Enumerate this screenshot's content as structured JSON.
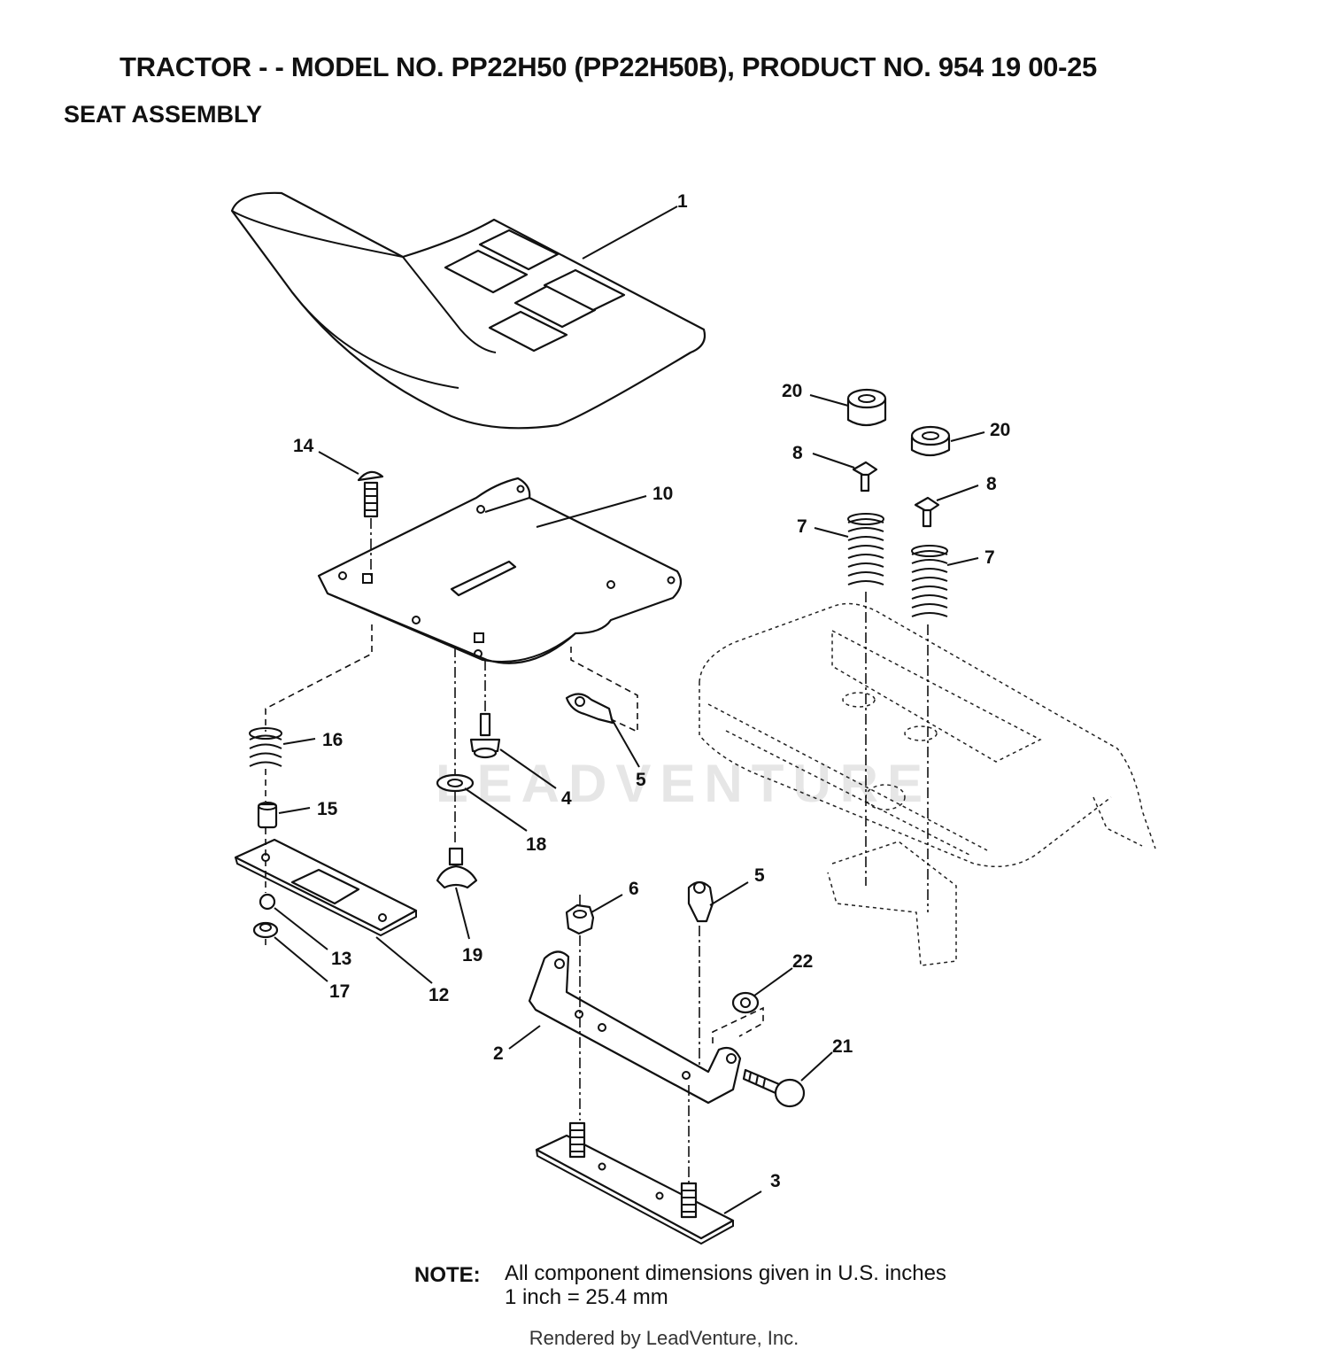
{
  "header": {
    "title": "TRACTOR - - MODEL NO. PP22H50 (PP22H50B), PRODUCT NO. 954 19 00-25",
    "section": "SEAT ASSEMBLY"
  },
  "callouts": [
    "1",
    "2",
    "3",
    "4",
    "5",
    "5",
    "6",
    "7",
    "7",
    "8",
    "8",
    "10",
    "12",
    "13",
    "14",
    "15",
    "16",
    "17",
    "18",
    "19",
    "20",
    "20",
    "21",
    "22"
  ],
  "watermark": "LEADVENTURE",
  "note": {
    "label": "NOTE:",
    "text": "All component dimensions given in U.S. inches",
    "conversion": "1 inch = 25.4 mm"
  },
  "footer": "Rendered by LeadVenture, Inc."
}
